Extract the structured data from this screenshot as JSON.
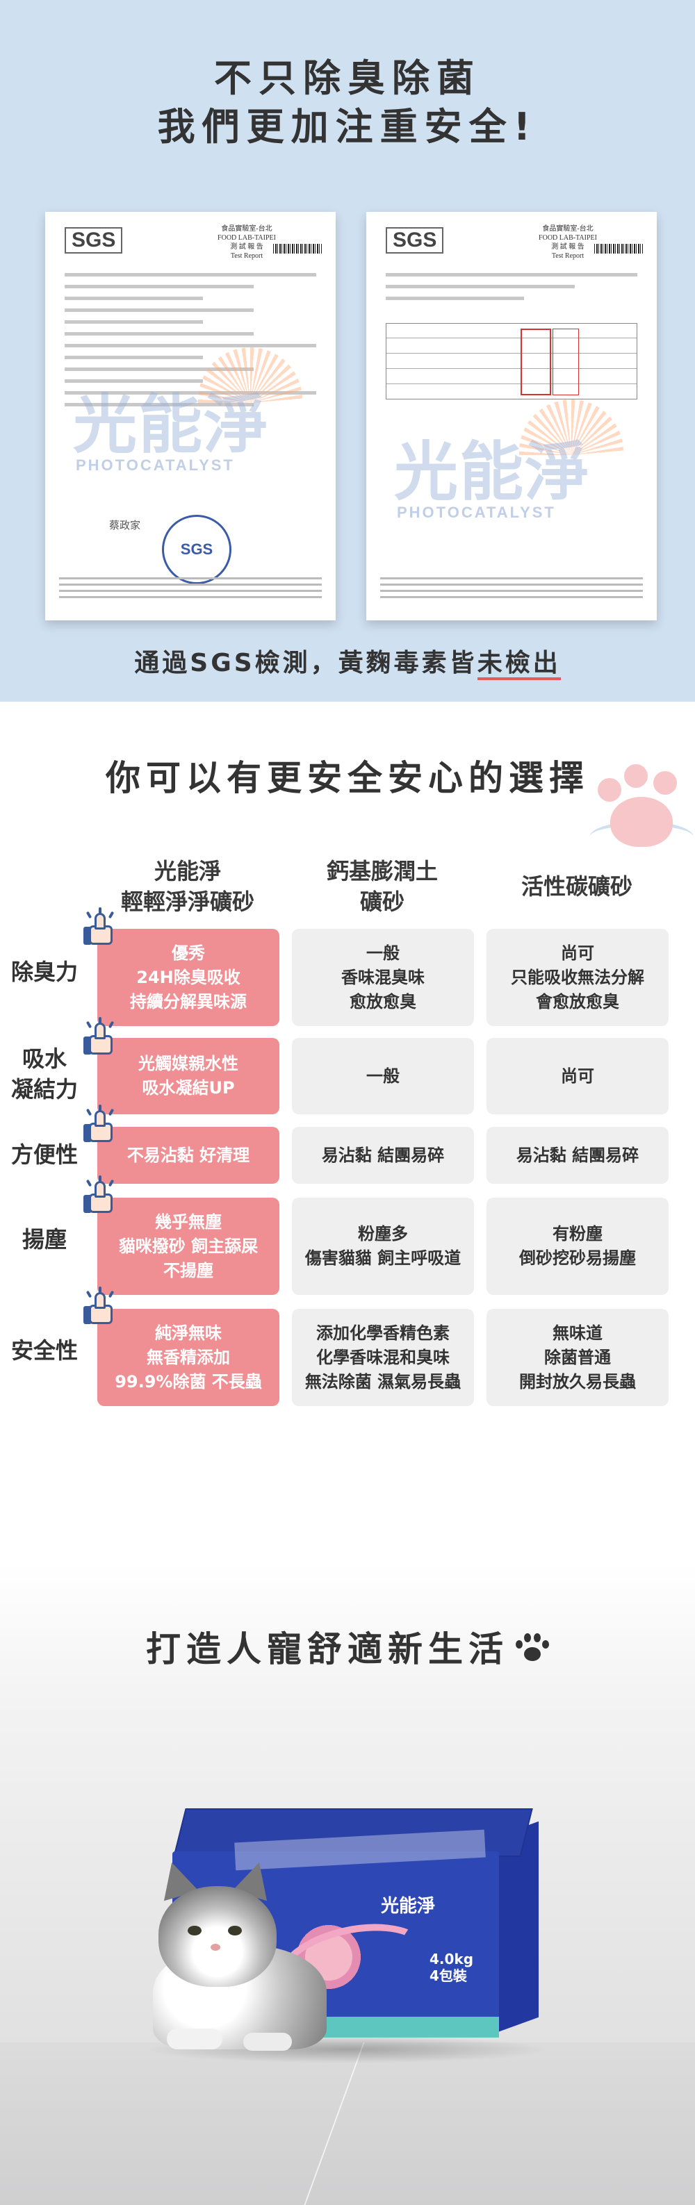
{
  "sgs_section": {
    "title_line1": "不只除臭除菌",
    "title_line2": "我們更加注重安全!",
    "report_1": {
      "logo": "SGS",
      "lab_line1": "食品實驗室-台北",
      "lab_line2": "FOOD LAB-TAIPEI",
      "lab_line3": "測 試 報 告",
      "lab_line4": "Test Report",
      "stamp_text": "蔡政家",
      "seal_text": "SGS"
    },
    "report_2": {
      "logo": "SGS",
      "lab_line1": "食品實驗室-台北",
      "lab_line2": "FOOD LAB-TAIPEI",
      "lab_line3": "測 試 報 告",
      "lab_line4": "Test Report"
    },
    "watermark_cn": "光能淨",
    "watermark_en": "PHOTOCATALYST",
    "caption_prefix": "通過SGS檢測，黃麴毒素皆",
    "caption_highlight": "未檢出"
  },
  "comparison": {
    "title": "你可以有更安全安心的選擇",
    "columns": [
      {
        "line1": "光能淨",
        "line2": "輕輕淨淨礦砂"
      },
      {
        "line1": "鈣基膨潤土",
        "line2": "礦砂"
      },
      {
        "line1": "活性碳礦砂",
        "line2": ""
      }
    ],
    "rows": [
      {
        "label_line1": "除臭力",
        "label_line2": "",
        "ours": [
          "優秀",
          "24H除臭吸收",
          "持續分解異味源"
        ],
        "calcium": [
          "一般",
          "香味混臭味",
          "愈放愈臭"
        ],
        "carbon": [
          "尚可",
          "只能吸收無法分解",
          "會愈放愈臭"
        ]
      },
      {
        "label_line1": "吸水",
        "label_line2": "凝結力",
        "ours": [
          "光觸媒親水性",
          "吸水凝結UP"
        ],
        "calcium": [
          "一般"
        ],
        "carbon": [
          "尚可"
        ]
      },
      {
        "label_line1": "方便性",
        "label_line2": "",
        "ours": [
          "不易沾黏 好清理"
        ],
        "calcium": [
          "易沾黏 結團易碎"
        ],
        "carbon": [
          "易沾黏 結團易碎"
        ]
      },
      {
        "label_line1": "揚塵",
        "label_line2": "",
        "ours": [
          "幾乎無塵",
          "貓咪撥砂 飼主舔屎",
          "不揚塵"
        ],
        "calcium": [
          "粉塵多",
          "傷害貓貓 飼主呼吸道"
        ],
        "carbon": [
          "有粉塵",
          "倒砂挖砂易揚塵"
        ]
      },
      {
        "label_line1": "安全性",
        "label_line2": "",
        "ours": [
          "純淨無味",
          "無香精添加",
          "99.9%除菌 不長蟲"
        ],
        "calcium": [
          "添加化學香精色素",
          "化學香味混和臭味",
          "無法除菌 濕氣易長蟲"
        ],
        "carbon": [
          "無味道",
          "除菌普通",
          "開封放久易長蟲"
        ]
      }
    ]
  },
  "lifestyle": {
    "title": "打造人寵舒適新生活",
    "box_brand": "光能淨",
    "box_weight_line1": "4.0kg",
    "box_weight_line2": "4包裝"
  },
  "icons": [
    "thumbs-up-icon",
    "paw-icon",
    "cat-paw-illustration"
  ],
  "colors": {
    "top_background": "#cfe0f1",
    "highlight_pink": "#f08f93",
    "neutral_cell": "#efefef",
    "underline_red": "#e05c5c",
    "box_blue": "#2d47b4"
  }
}
